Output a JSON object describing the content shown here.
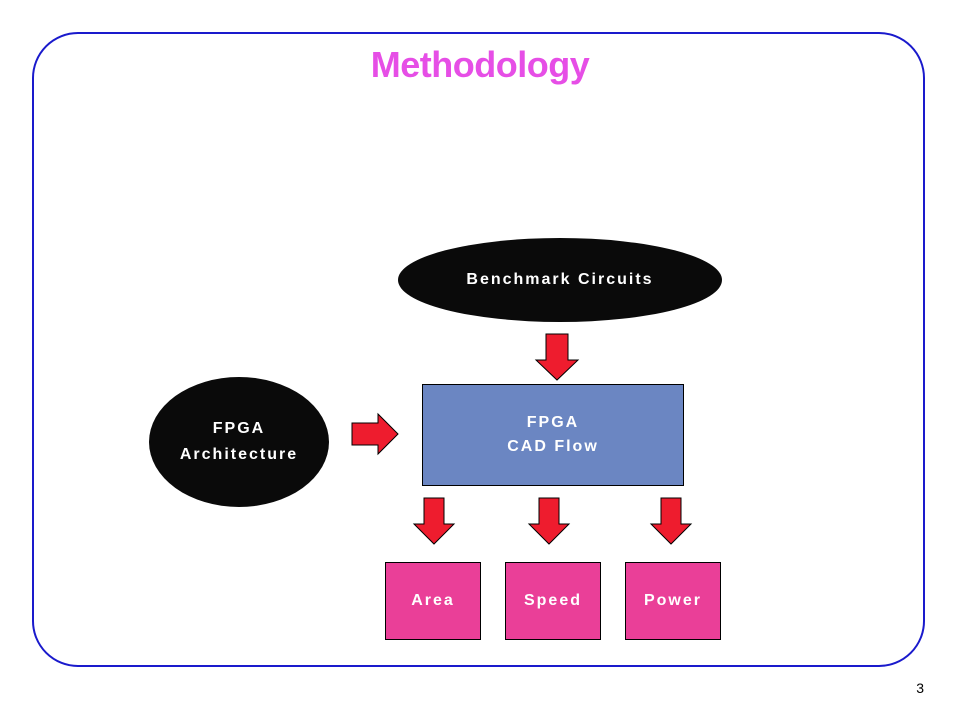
{
  "slide": {
    "title": "Methodology",
    "page_number": "3"
  },
  "diagram": {
    "benchmark": {
      "label": "Benchmark Circuits"
    },
    "architecture": {
      "line1": "FPGA",
      "line2": "Architecture"
    },
    "cad_flow": {
      "line1": "FPGA",
      "line2": "CAD Flow"
    },
    "outputs": [
      {
        "label": "Area"
      },
      {
        "label": "Speed"
      },
      {
        "label": "Power"
      }
    ]
  },
  "colors": {
    "title": "#e64ee6",
    "frame_border": "#1a1acc",
    "ellipse_fill": "#0a0a0a",
    "cad_box_fill": "#6b86c2",
    "output_box_fill": "#ea3f98",
    "arrow_fill": "#ee1c2e"
  }
}
